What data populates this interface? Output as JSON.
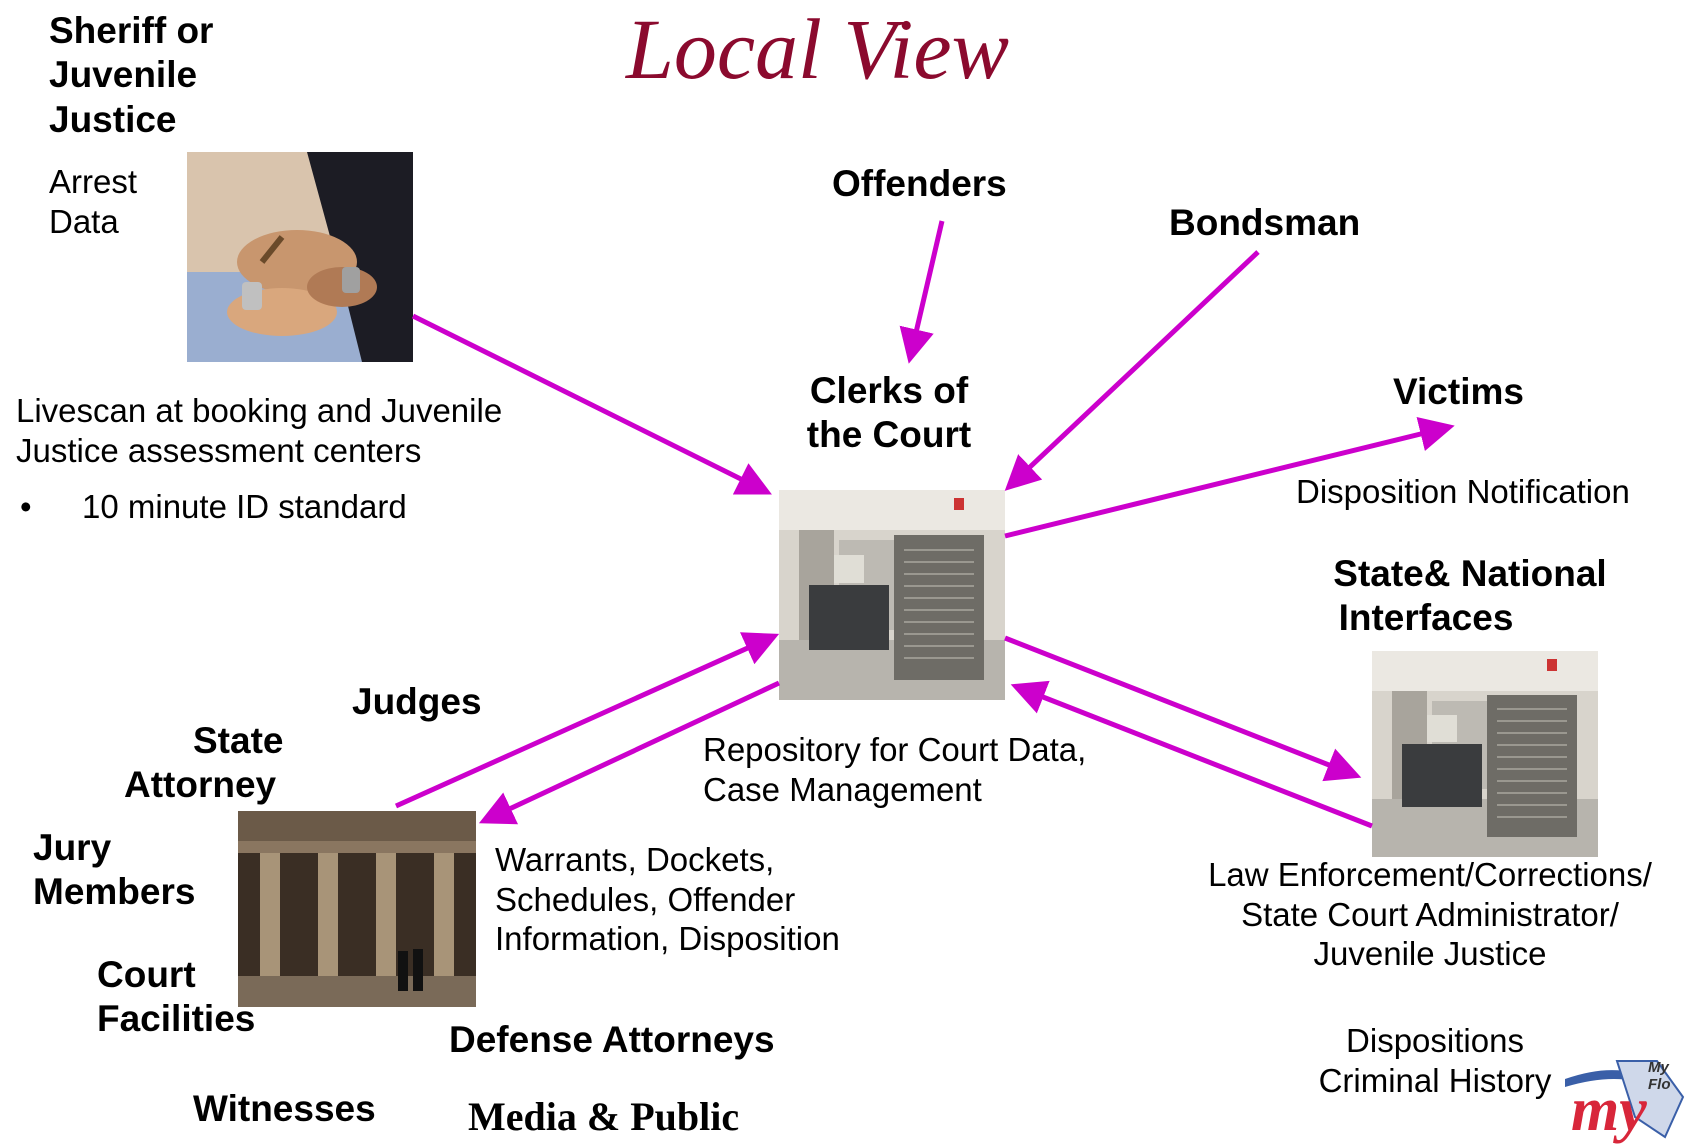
{
  "title": "Local View",
  "sheriff": {
    "heading": [
      "Sheriff or",
      "Juvenile",
      "Justice"
    ],
    "sub": [
      "Arrest",
      "Data"
    ],
    "photo_icon": "handcuff-arrest-photo"
  },
  "livescan": {
    "lines": [
      "Livescan at booking and Juvenile",
      "Justice assessment centers"
    ],
    "bullet_symbol": "•",
    "bullet": "10 minute ID standard"
  },
  "offenders": "Offenders",
  "bondsman": "Bondsman",
  "clerks": [
    "Clerks of",
    "the Court"
  ],
  "repository": [
    "Repository for Court Data,",
    "Case Management"
  ],
  "victims": "Victims",
  "disposition_notification": "Disposition Notification",
  "state_national": [
    "State& National",
    "Interfaces"
  ],
  "law_enforcement": [
    "Law Enforcement/Corrections/",
    "State Court Administrator/",
    "Juvenile Justice"
  ],
  "dispositions": [
    "Dispositions",
    "Criminal History"
  ],
  "judges": "Judges",
  "state_attorney": [
    "State",
    "Attorney"
  ],
  "jury": [
    "Jury",
    "Members"
  ],
  "court_facilities": [
    "Court",
    "Facilities"
  ],
  "warrants": [
    "Warrants, Dockets,",
    "Schedules, Offender",
    "Information, Disposition"
  ],
  "defense": "Defense Attorneys",
  "witnesses": "Witnesses",
  "media": "Media & Public",
  "logo": {
    "text": "My Flo",
    "mark": "my"
  },
  "colors": {
    "arrow": "#cc00cc",
    "title": "#8b0a2e"
  }
}
